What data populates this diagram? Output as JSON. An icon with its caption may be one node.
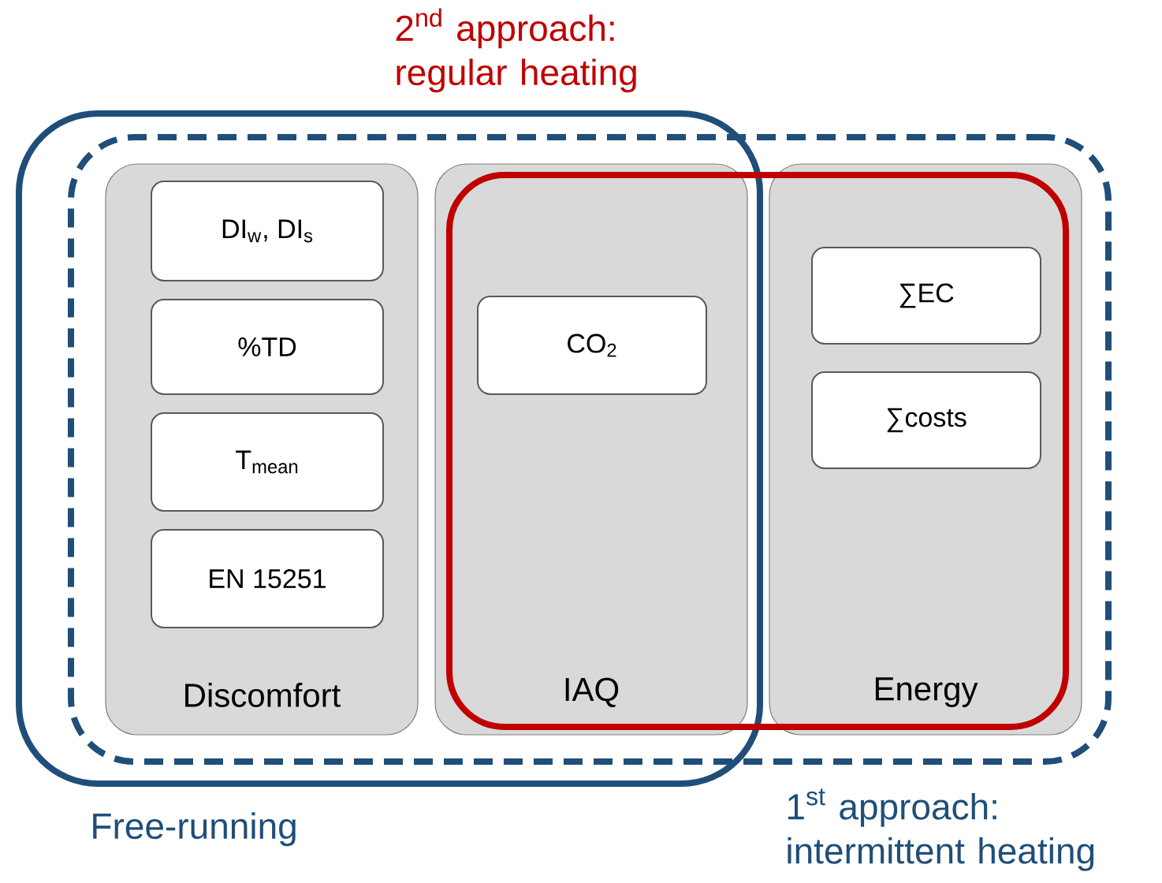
{
  "diagram": {
    "nodes": [
      {
        "text": [
          "Free-running"
        ]
      },
      {
        "text": [
          "1$^{st}$ approach: intermittent heating"
        ]
      },
      {
        "text": [
          "2$^{nd}$ approach: regular heating"
        ],
        "in": 1
      },
      {
        "text": [
          "Discomfort"
        ],
        "in": 0
      },
      {
        "text": [
          "DI$_{w}$, DI$_{s}$"
        ],
        "in": 3
      },
      {
        "text": [
          "%TD"
        ],
        "in": 3
      },
      {
        "text": [
          "T$_{mean}$"
        ],
        "in": 3
      },
      {
        "text": [
          "EN 15251"
        ],
        "in": 3
      },
      {
        "text": [
          "IAQ"
        ],
        "in": 0
      },
      {
        "text": [
          "CO$_{2}$"
        ],
        "in": 8
      },
      {
        "text": [
          "Energy"
        ],
        "in": 1
      },
      {
        "text": [
          "∑EC"
        ],
        "in": 10
      },
      {
        "text": [
          "∑costs"
        ],
        "in": 10
      }
    ]
  }
}
